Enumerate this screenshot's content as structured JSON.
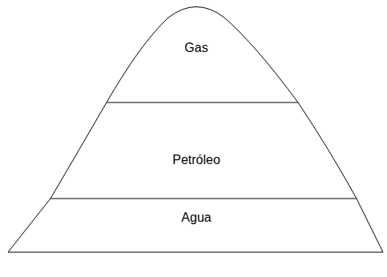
{
  "diagram": {
    "nodes": [
      {
        "text": [
          "Gas"
        ]
      },
      {
        "text": [
          "Petróleo"
        ]
      },
      {
        "text": [
          "Agua"
        ]
      }
    ]
  }
}
